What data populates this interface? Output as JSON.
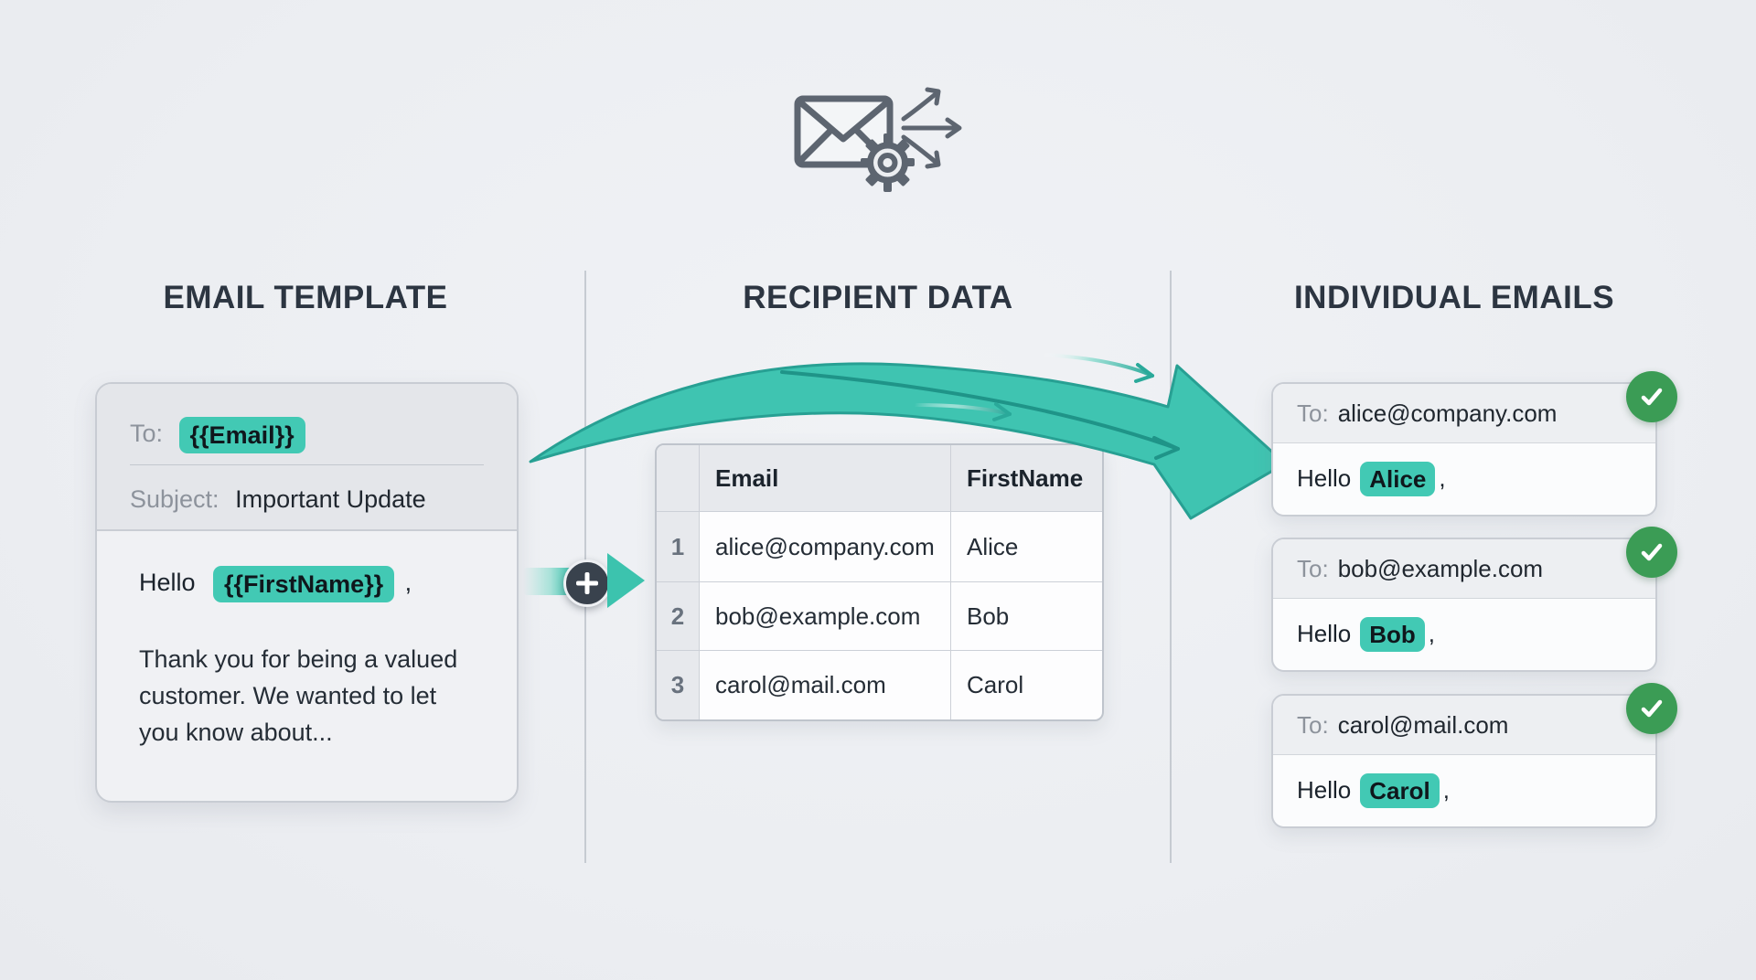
{
  "icons": {
    "header": "envelope-gear-fanout-icon",
    "connector": "plus-icon",
    "flow": "merge-arrow-icon",
    "status": "check-icon"
  },
  "colors": {
    "background": "#edeff2",
    "heading": "#2c3541",
    "accent_teal": "#3fc4b1",
    "chip_teal": "#42c9b4",
    "success_green": "#3b9c55",
    "icon_slate": "#5d6570",
    "plus_circle_dark": "#39424d"
  },
  "sections": {
    "template": {
      "title": "EMAIL TEMPLATE",
      "card": {
        "to_label": "To:",
        "to_value": "{{Email}}",
        "subject_label": "Subject:",
        "subject_value": "Important Update",
        "greeting_prefix": "Hello",
        "greeting_variable": "{{FirstName}}",
        "greeting_suffix": ",",
        "body_lines": {
          "0": "Thank you for being a valued",
          "1": "customer. We wanted to let",
          "2": "you know about..."
        }
      }
    },
    "recipients": {
      "title": "RECIPIENT DATA",
      "table": {
        "columns": {
          "0": "Email",
          "1": "FirstName"
        },
        "rows": {
          "0": {
            "num": "1",
            "email": "alice@company.com",
            "first_name": "Alice"
          },
          "1": {
            "num": "2",
            "email": "bob@example.com",
            "first_name": "Bob"
          },
          "2": {
            "num": "3",
            "email": "carol@mail.com",
            "first_name": "Carol"
          }
        }
      }
    },
    "individual": {
      "title": "INDIVIDUAL EMAILS",
      "emails": {
        "0": {
          "to_label": "To:",
          "to_value": "alice@company.com",
          "greeting_prefix": "Hello",
          "name": "Alice",
          "greeting_suffix": ","
        },
        "1": {
          "to_label": "To:",
          "to_value": "bob@example.com",
          "greeting_prefix": "Hello",
          "name": "Bob",
          "greeting_suffix": ","
        },
        "2": {
          "to_label": "To:",
          "to_value": "carol@mail.com",
          "greeting_prefix": "Hello",
          "name": "Carol",
          "greeting_suffix": ","
        }
      }
    }
  }
}
